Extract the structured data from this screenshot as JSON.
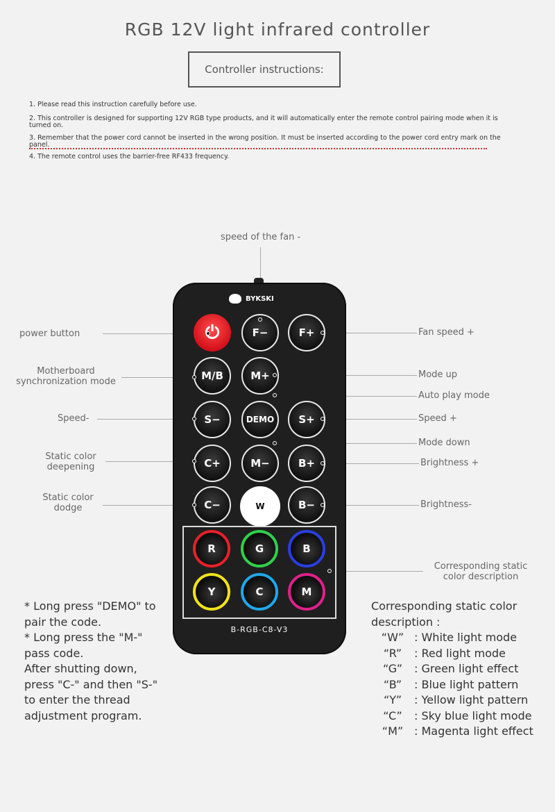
{
  "title": "RGB 12V light infrared controller",
  "subtitle": "Controller instructions:",
  "instructions": [
    "1. Please read this instruction carefully before use.",
    "2. This controller is designed for supporting 12V RGB type products, and it will automatically enter the remote control pairing mode when it is turned on.",
    "3. Remember that the power cord cannot be inserted in the wrong position. It must be inserted according to the power cord entry mark on the panel.",
    "4. The remote control uses the barrier-free RF433 frequency."
  ],
  "callouts": {
    "fan_down": "speed of the fan -",
    "power": "power button",
    "motherboard": "Motherboard synchronization mode",
    "speed_down": "Speed-",
    "static_deepen": "Static color deepening",
    "static_dodge": "Static color dodge",
    "fan_up": "Fan speed +",
    "mode_up": "Mode up",
    "auto_play": "Auto play mode",
    "speed_up": "Speed +",
    "mode_down": "Mode down",
    "bright_up": "Brightness +",
    "bright_down": "Brightness-",
    "color_desc": "Corresponding static color description"
  },
  "remote": {
    "brand": "BYKSKI",
    "model": "B-RGB-C8-V3",
    "buttons": {
      "power_symbol": "⏻",
      "fan_minus": "F−",
      "fan_plus": "F+",
      "mb": "M/B",
      "mode_plus": "M+",
      "speed_minus": "S−",
      "demo": "DEMO",
      "speed_plus": "S+",
      "c_plus": "C+",
      "mode_minus": "M−",
      "b_plus": "B+",
      "c_minus": "C−",
      "w": "W",
      "b_minus": "B−",
      "r": "R",
      "g": "G",
      "b": "B",
      "y": "Y",
      "c": "C",
      "m": "M"
    },
    "colors": {
      "r": "#e8202a",
      "g": "#2fd14a",
      "b": "#2b3ee0",
      "y": "#f1e21c",
      "c": "#20a8e8",
      "m": "#e0208c"
    }
  },
  "notes_left": [
    "* Long press \"DEMO\" to",
    "pair the code.",
    "* Long press the \"M-\"",
    "pass code.",
    "After shutting down,",
    "press \"C-\" and then \"S-\"",
    "to enter the thread",
    "adjustment program."
  ],
  "notes_right": {
    "heading1": "Corresponding static color",
    "heading2": "description :",
    "rows": [
      {
        "k": "“W”",
        "v": ": White light mode"
      },
      {
        "k": "“R”",
        "v": ": Red light mode"
      },
      {
        "k": "“G”",
        "v": ": Green light effect"
      },
      {
        "k": "“B”",
        "v": ": Blue light pattern"
      },
      {
        "k": "“Y”",
        "v": ": Yellow light pattern"
      },
      {
        "k": "“C”",
        "v": ": Sky blue light mode"
      },
      {
        "k": "“M”",
        "v": ": Magenta light effect"
      }
    ]
  }
}
